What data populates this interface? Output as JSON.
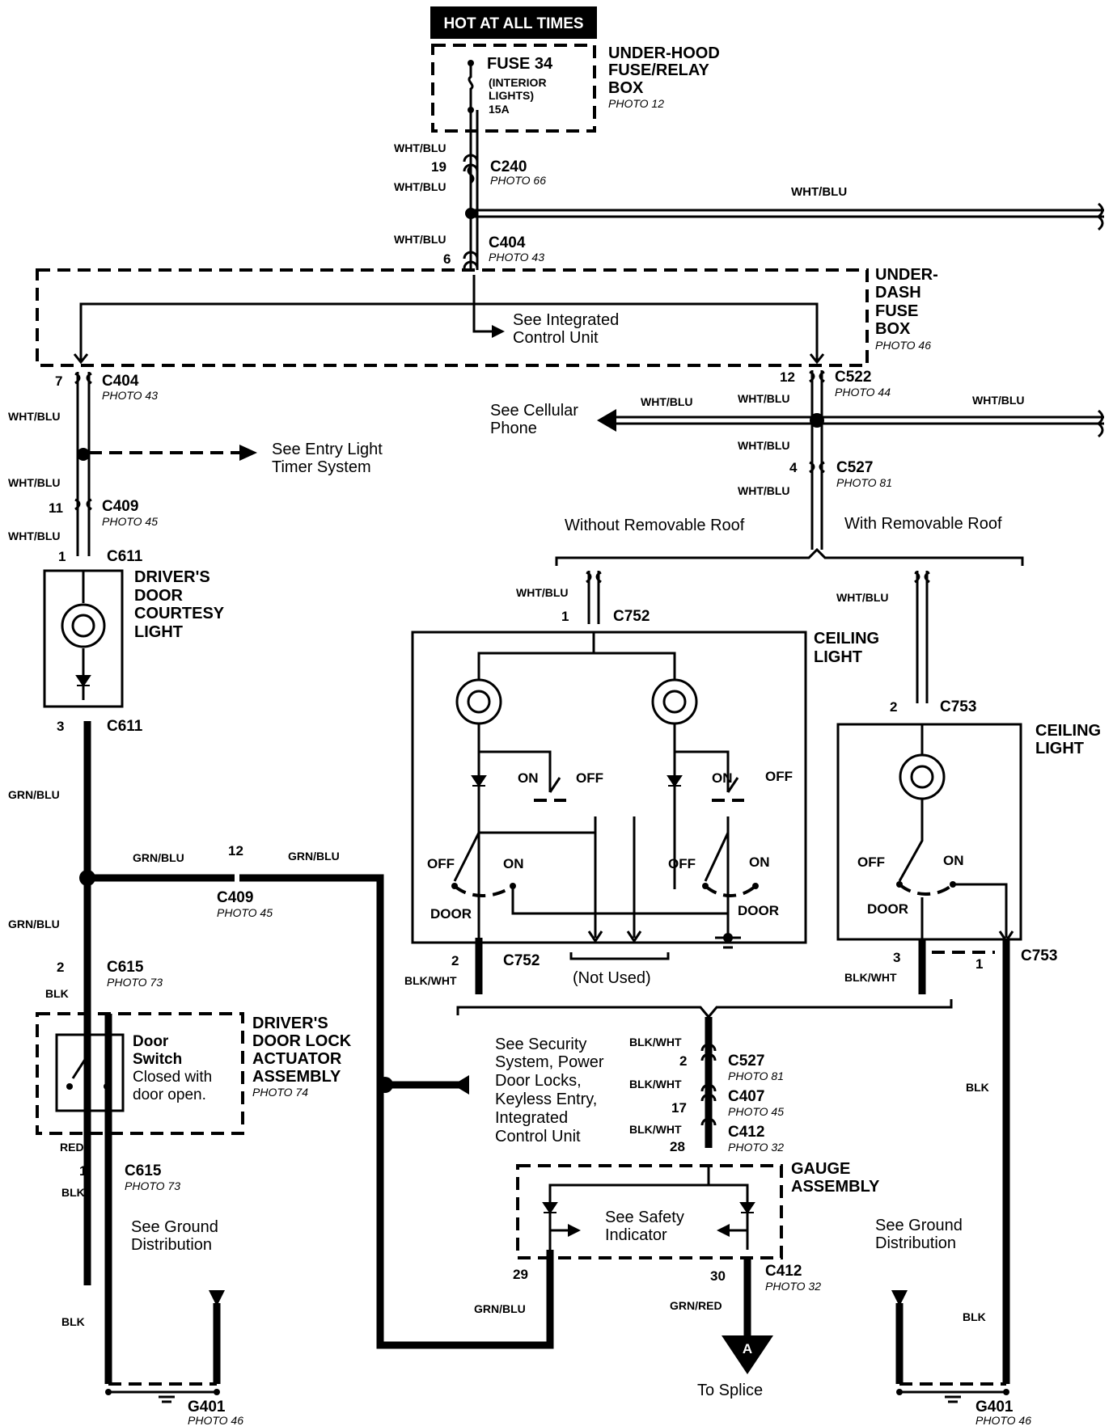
{
  "header": {
    "hot": "HOT AT ALL TIMES"
  },
  "fuse": {
    "name": "FUSE 34",
    "sub1": "(INTERIOR",
    "sub2": "LIGHTS)",
    "amp": "15A"
  },
  "underhood": {
    "l1": "UNDER-HOOD",
    "l2": "FUSE/RELAY",
    "l3": "BOX",
    "photo": "PHOTO 12"
  },
  "underdash": {
    "l1": "UNDER-",
    "l2": "DASH",
    "l3": "FUSE",
    "l4": "BOX",
    "photo": "PHOTO 46"
  },
  "wires": {
    "wb": "WHT/BLU",
    "gb": "GRN/BLU",
    "bw": "BLK/WHT",
    "blk": "BLK",
    "red": "RED",
    "gr": "GRN/RED"
  },
  "connectors": {
    "c240": "C240",
    "c404": "C404",
    "c522": "C522",
    "c527": "C527",
    "c409": "C409",
    "c611": "C611",
    "c615": "C615",
    "c752": "C752",
    "c753": "C753",
    "c407": "C407",
    "c412": "C412",
    "g401": "G401"
  },
  "photos": {
    "p66": "PHOTO 66",
    "p43": "PHOTO 43",
    "p44": "PHOTO 44",
    "p81": "PHOTO 81",
    "p45": "PHOTO 45",
    "p73": "PHOTO 73",
    "p74": "PHOTO 74",
    "p32": "PHOTO 32",
    "p46": "PHOTO 46"
  },
  "pins": {
    "n19": "19",
    "n6": "6",
    "n7": "7",
    "n12": "12",
    "n4": "4",
    "n11": "11",
    "n1": "1",
    "n3": "3",
    "n2": "2",
    "n17": "17",
    "n28": "28",
    "n29": "29",
    "n30": "30"
  },
  "notes": {
    "icu1": "See  Integrated",
    "icu2": "Control Unit",
    "cell1": "See Cellular",
    "cell2": "Phone",
    "entry1": "See Entry Light",
    "entry2": "Timer System",
    "norem": "Without Removable Roof",
    "rem": "With Removable Roof",
    "notused": "(Not Used)",
    "sec1": "See Security",
    "sec2": "System, Power",
    "sec3": "Door Locks,",
    "sec4": "Keyless Entry,",
    "sec5": "Integrated",
    "sec6": "Control Unit",
    "gnd1": "See Ground",
    "gnd2": "Distribution",
    "safe1": "See Safety",
    "safe2": "Indicator",
    "splice": "To Splice",
    "splice_letter": "A"
  },
  "components": {
    "courtesy1": "DRIVER'S",
    "courtesy2": "DOOR",
    "courtesy3": "COURTESY",
    "courtesy4": "LIGHT",
    "ceiling1": "CEILING",
    "ceiling2": "LIGHT",
    "lock1": "DRIVER'S",
    "lock2": "DOOR LOCK",
    "lock3": "ACTUATOR",
    "lock4": "ASSEMBLY",
    "sw1": "Door",
    "sw2": "Switch",
    "sw3": "Closed with",
    "sw4": "door open.",
    "gauge1": "GAUGE",
    "gauge2": "ASSEMBLY"
  },
  "switch": {
    "on": "ON",
    "off": "OFF",
    "door": "DOOR"
  }
}
